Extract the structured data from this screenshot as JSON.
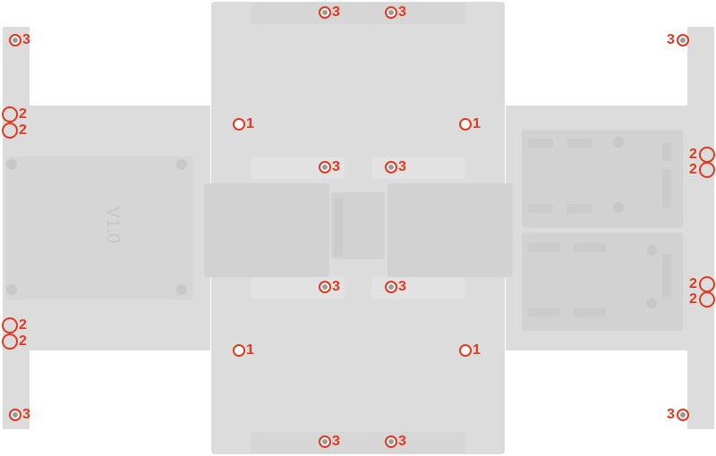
{
  "part_label": "V1.0",
  "marker_color": "#e03a20",
  "markers": {
    "type_1": "1",
    "type_2": "2",
    "type_3": "3"
  }
}
